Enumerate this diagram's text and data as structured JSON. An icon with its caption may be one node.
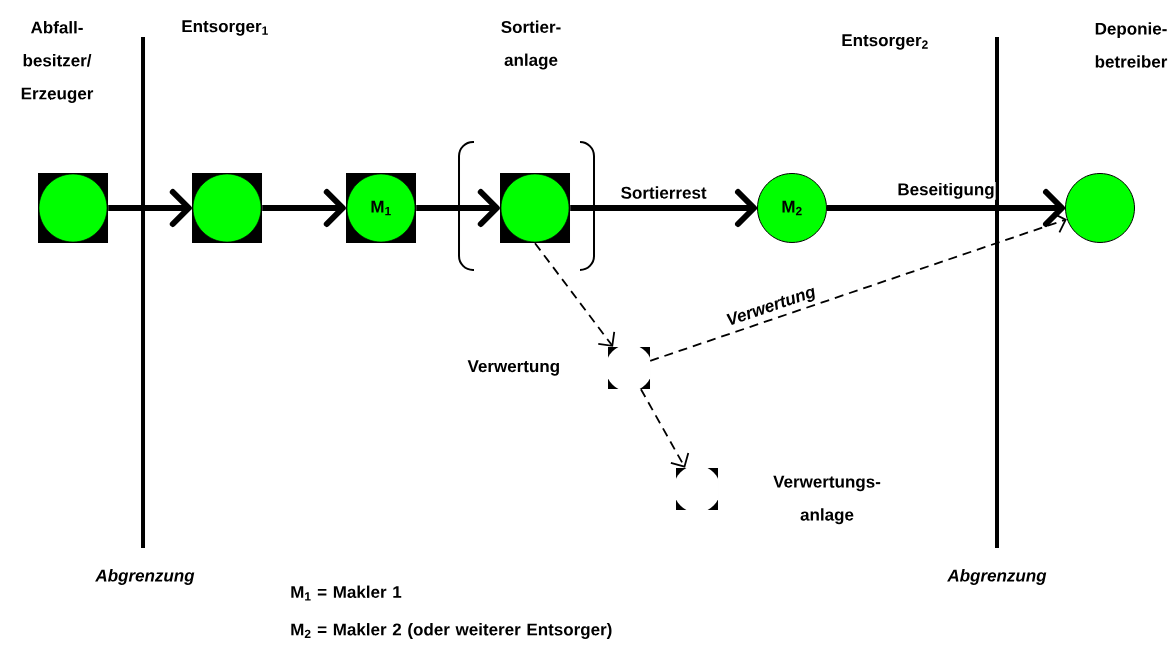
{
  "diagram": {
    "nodes": [
      {
        "text": [],
        "shape": "box"
      },
      {
        "text": [],
        "shape": "box"
      },
      {
        "text": [
          "M$_{1}$"
        ]
      },
      {
        "text": [],
        "shape": "box"
      },
      {
        "text": [
          "M$_{2}$"
        ]
      },
      {
        "text": [],
        "shape": "circle"
      },
      {
        "text": [],
        "shape": "circle",
        "beside": [
          "Verwertung"
        ]
      },
      {
        "text": [],
        "shape": "circle",
        "beside": [
          "Verwertungs- anlage"
        ]
      }
    ],
    "edges": [
      {
        "from": 0,
        "to": 1,
        "arrow": "to"
      },
      {
        "from": 1,
        "to": 2,
        "arrow": "to"
      },
      {
        "from": 2,
        "to": 3,
        "arrow": "to"
      },
      {
        "from": 3,
        "to": 4,
        "arrow": "to",
        "label": "Sortierrest"
      },
      {
        "from": 4,
        "to": 5,
        "arrow": "to",
        "label": "Beseitigung"
      },
      {
        "from": 3,
        "to": 6,
        "arrow": "to",
        "style": "dashed"
      },
      {
        "from": 6,
        "to": 7,
        "arrow": "to",
        "style": "dashed"
      },
      {
        "from": 6,
        "to": 5,
        "arrow": "to",
        "style": "dashed",
        "label": "Verwertung"
      }
    ],
    "labels": [
      "Abfall- besitzer/ Erzeuger",
      "Entsorger$_{1}$",
      "Sortier- anlage",
      "Entsorger$_{2}$",
      "Deponie- betreiber",
      "Abgrenzung",
      "Abgrenzung",
      "M$_{1}$ = Makler 1",
      "M$_{2}$ = Makler 2 (oder weiterer Entsorger)"
    ]
  }
}
